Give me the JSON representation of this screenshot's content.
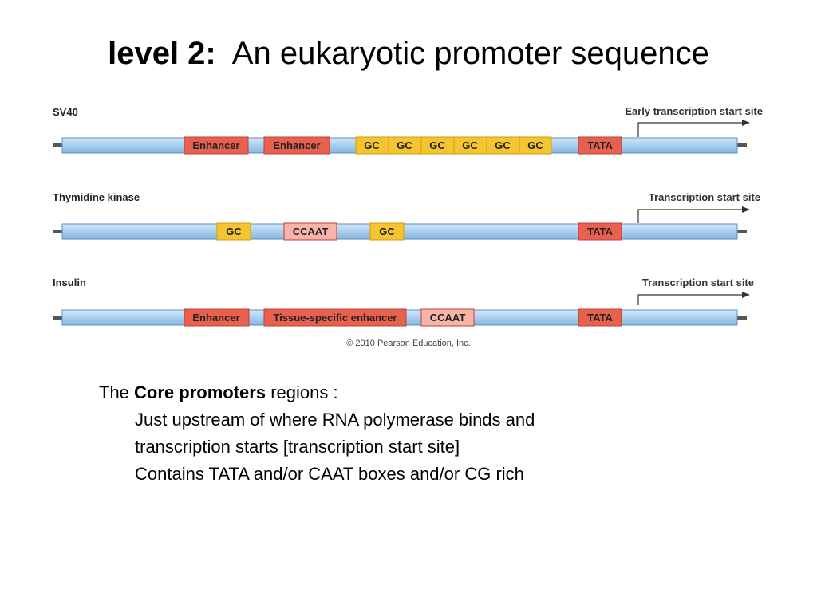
{
  "slide": {
    "title_bold": "level 2:",
    "title_rest": "An eukaryotic promoter sequence"
  },
  "diagram": {
    "rows": [
      {
        "name": "SV40",
        "start_label": "Early transcription start site",
        "boxes": [
          {
            "label": "Enhancer",
            "kind": "enhancer"
          },
          {
            "label": "Enhancer",
            "kind": "enhancer"
          },
          {
            "label": "GC",
            "kind": "gc"
          },
          {
            "label": "GC",
            "kind": "gc"
          },
          {
            "label": "GC",
            "kind": "gc"
          },
          {
            "label": "GC",
            "kind": "gc"
          },
          {
            "label": "GC",
            "kind": "gc"
          },
          {
            "label": "GC",
            "kind": "gc"
          },
          {
            "label": "TATA",
            "kind": "enhancer"
          }
        ]
      },
      {
        "name": "Thymidine kinase",
        "start_label": "Transcription start site",
        "boxes": [
          {
            "label": "GC",
            "kind": "gc"
          },
          {
            "label": "CCAAT",
            "kind": "ccaat"
          },
          {
            "label": "GC",
            "kind": "gc"
          },
          {
            "label": "TATA",
            "kind": "enhancer"
          }
        ]
      },
      {
        "name": "Insulin",
        "start_label": "Transcription start site",
        "boxes": [
          {
            "label": "Enhancer",
            "kind": "enhancer"
          },
          {
            "label": "Tissue-specific enhancer",
            "kind": "enhancer"
          },
          {
            "label": "CCAAT",
            "kind": "ccaat"
          },
          {
            "label": "TATA",
            "kind": "enhancer"
          }
        ]
      }
    ],
    "copyright": "© 2010 Pearson Education, Inc.",
    "colors": {
      "bar": "#a9cfee",
      "bar_edge": "#5d8fc2",
      "enhancer": "#e86050",
      "ccaat": "#f6b5a8",
      "gc": "#f4c530",
      "box_edge": "#c04030",
      "gc_edge": "#d49a10"
    }
  },
  "body": {
    "line1_pre": "The ",
    "line1_bold": "Core promoters",
    "line1_post": " regions :",
    "bullets": [
      "Just upstream of where RNA polymerase binds and",
      "transcription starts [transcription start site]",
      "Contains TATA and/or CAAT boxes and/or CG rich"
    ]
  }
}
